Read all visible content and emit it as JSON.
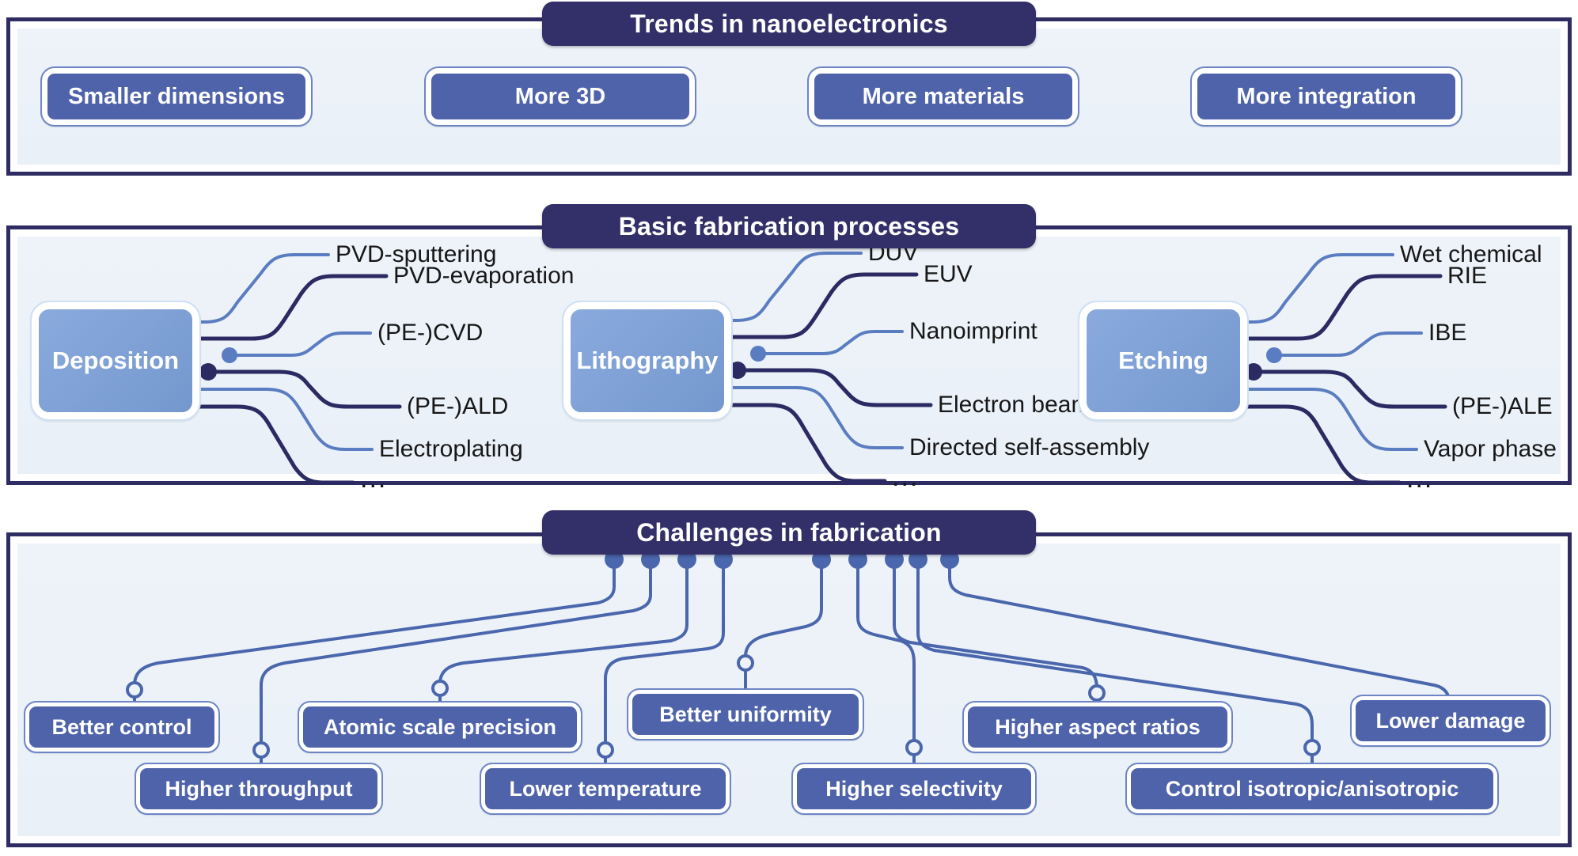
{
  "sections": [
    {
      "id": "trends",
      "title": "Trends in nanoelectronics",
      "items": [
        {
          "label": "Smaller dimensions"
        },
        {
          "label": "More 3D"
        },
        {
          "label": "More materials"
        },
        {
          "label": "More integration"
        }
      ]
    },
    {
      "id": "processes",
      "title": "Basic fabrication processes",
      "groups": [
        {
          "name": "Deposition",
          "leaves": [
            "PVD-sputtering",
            "PVD-evaporation",
            "(PE-)CVD",
            "(PE-)ALD",
            "Electroplating",
            "..."
          ]
        },
        {
          "name": "Lithography",
          "leaves": [
            "DUV",
            "EUV",
            "Nanoimprint",
            "Electron beam direct write",
            "Directed self-assembly",
            "..."
          ]
        },
        {
          "name": "Etching",
          "leaves": [
            "Wet chemical",
            "RIE",
            "IBE",
            "(PE-)ALE",
            "Vapor phase",
            "..."
          ]
        }
      ]
    },
    {
      "id": "challenges",
      "title": "Challenges in fabrication",
      "items": [
        {
          "label": "Better control"
        },
        {
          "label": "Higher throughput"
        },
        {
          "label": "Atomic scale precision"
        },
        {
          "label": "Lower temperature"
        },
        {
          "label": "Better uniformity"
        },
        {
          "label": "Higher selectivity"
        },
        {
          "label": "Higher aspect ratios"
        },
        {
          "label": "Control isotropic/anisotropic"
        },
        {
          "label": "Lower damage"
        }
      ]
    }
  ],
  "colors": {
    "panel_border": "#2e2c63",
    "panel_fill": "#eef3f9",
    "banner_bg": "#332f68",
    "pill_bg": "#4f63ab",
    "node_bg": "#7d9fd4",
    "wire_light": "#5a7cc0",
    "wire_dark": "#2b2a63",
    "text_dark": "#171717"
  }
}
